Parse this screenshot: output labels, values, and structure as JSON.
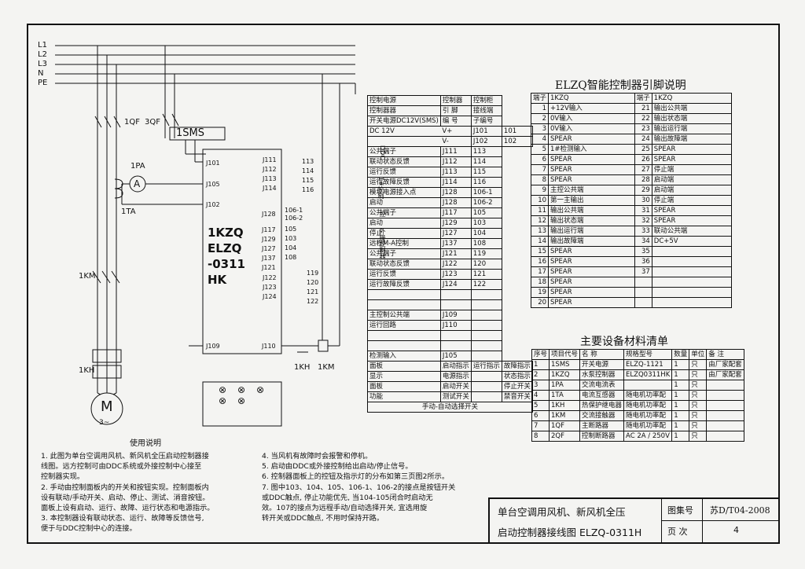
{
  "bus_labels": [
    "L1",
    "L2",
    "L3",
    "N",
    "PE"
  ],
  "left_labels": {
    "qf1": "1QF",
    "qf3": "3QF",
    "sms": "1SMS",
    "pa": "1PA",
    "ammeter": "A",
    "ta": "1TA",
    "km": "1KM",
    "kh": "1KH",
    "motor": "M",
    "motor_sub": "3~"
  },
  "controller": {
    "lines": [
      "1KZQ",
      "ELZQ",
      "-0311",
      "HK"
    ]
  },
  "left_terms": [
    "J101",
    "J105",
    "J102",
    "J109"
  ],
  "mid_terms": [
    "J111",
    "J112",
    "J113",
    "J114",
    "J128",
    "J117",
    "J129",
    "J127",
    "J137",
    "J121",
    "J122",
    "J123",
    "J124",
    "J110"
  ],
  "out_nums": [
    "113",
    "114",
    "115",
    "116",
    "119",
    "120",
    "121",
    "122"
  ],
  "sw_nums": [
    "106-1",
    "106-2",
    "105",
    "103",
    "104",
    "108"
  ],
  "coil_labels": [
    "1KH",
    "1KM"
  ],
  "panel_symbol": "⊗",
  "ctrl_table": {
    "head": [
      [
        "控制电源",
        "控制器",
        "控制柜"
      ],
      [
        "控制器器",
        "引 脚",
        "接线端"
      ],
      [
        "开关电源DC12V(SMS)",
        "编 号",
        "子编号"
      ]
    ],
    "dc": {
      "label": "DC 12V",
      "vp": "V+",
      "vm": "V-",
      "rows": [
        [
          "J101",
          "101"
        ],
        [
          "J102",
          "102"
        ]
      ]
    },
    "group1_label": "1#控制",
    "group1_sub": "DDC",
    "group2_label": "外接控制器",
    "group_side": "控",
    "rows": [
      [
        "公共端子",
        "J111",
        "113"
      ],
      [
        "联动状态反馈",
        "J112",
        "114"
      ],
      [
        "运行反馈",
        "J113",
        "115"
      ],
      [
        "运行故障反馈",
        "J114",
        "116"
      ],
      [
        "模块电源接入点",
        "J128",
        "106-1"
      ],
      [
        "启动",
        "J128",
        "106-2"
      ],
      [
        "公共端子",
        "J117",
        "105"
      ],
      [
        "启动",
        "J129",
        "103"
      ],
      [
        "停止",
        "J127",
        "104"
      ],
      [
        "远程M-A控制",
        "J137",
        "108"
      ],
      [
        "公共端子",
        "J121",
        "119"
      ],
      [
        "联动状态反馈",
        "J122",
        "120"
      ],
      [
        "运行反馈",
        "J123",
        "121"
      ],
      [
        "运行故障反馈",
        "J124",
        "122"
      ]
    ],
    "rows2": [
      [
        "主控制公共端",
        "J109",
        ""
      ],
      [
        "运行回路",
        "J110",
        ""
      ]
    ],
    "row_detect": [
      "检测输入",
      "J105",
      ""
    ],
    "panel_rows": [
      [
        "面板",
        "启动指示",
        "运行指示",
        "故障指示"
      ],
      [
        "显示",
        "电源指示",
        "",
        "状态指示"
      ],
      [
        "面板",
        "启动开关",
        "",
        "停止开关"
      ],
      [
        "功能",
        "测试开关",
        "",
        "禁音开关"
      ]
    ],
    "footer": "手动-自动选择开关"
  },
  "pin_title": "ELZQ智能控制器引脚说明",
  "pin_head": [
    "端子",
    "1KZQ",
    "端子",
    "1KZQ"
  ],
  "pins": [
    [
      "1",
      "+12V输入",
      "21",
      "输出公共端"
    ],
    [
      "2",
      "0V输入",
      "22",
      "输出状态端"
    ],
    [
      "3",
      "0V输入",
      "23",
      "输出运行端"
    ],
    [
      "4",
      "SPEAR",
      "24",
      "输出故障端"
    ],
    [
      "5",
      "1#检测输入",
      "25",
      "SPEAR"
    ],
    [
      "6",
      "SPEAR",
      "26",
      "SPEAR"
    ],
    [
      "7",
      "SPEAR",
      "27",
      "停止端"
    ],
    [
      "8",
      "SPEAR",
      "28",
      "启动端"
    ],
    [
      "9",
      "主控公共端",
      "29",
      "启动端"
    ],
    [
      "10",
      "第一主输出",
      "30",
      "停止端"
    ],
    [
      "11",
      "输出公共端",
      "31",
      "SPEAR"
    ],
    [
      "12",
      "输出状态端",
      "32",
      "SPEAR"
    ],
    [
      "13",
      "输出运行端",
      "33",
      "联动公共端"
    ],
    [
      "14",
      "输出故障端",
      "34",
      "DC+5V"
    ],
    [
      "15",
      "SPEAR",
      "35",
      ""
    ],
    [
      "16",
      "SPEAR",
      "36",
      ""
    ],
    [
      "17",
      "SPEAR",
      "37",
      ""
    ],
    [
      "18",
      "SPEAR",
      "",
      ""
    ],
    [
      "19",
      "SPEAR",
      "",
      ""
    ],
    [
      "20",
      "SPEAR",
      "",
      ""
    ]
  ],
  "mat_title": "主要设备材料清单",
  "mat_head": [
    "序号",
    "项目代号",
    "名 称",
    "规格型号",
    "数量",
    "单位",
    "备 注"
  ],
  "mats": [
    [
      "1",
      "1SMS",
      "开关电源",
      "ELZQ-1121",
      "1",
      "只",
      "由厂家配套"
    ],
    [
      "2",
      "1KZQ",
      "水泵控制器",
      "ELZQ0311HK",
      "1",
      "只",
      "由厂家配套"
    ],
    [
      "3",
      "1PA",
      "交流电流表",
      "",
      "1",
      "只",
      ""
    ],
    [
      "4",
      "1TA",
      "电流互感器",
      "随电机功率配",
      "1",
      "只",
      ""
    ],
    [
      "5",
      "1KH",
      "热保护继电器",
      "随电机功率配",
      "1",
      "只",
      ""
    ],
    [
      "6",
      "1KM",
      "交流接触器",
      "随电机功率配",
      "1",
      "只",
      ""
    ],
    [
      "7",
      "1QF",
      "主断路器",
      "随电机功率配",
      "1",
      "只",
      ""
    ],
    [
      "8",
      "2QF",
      "控制断路器",
      "AC 2A / 250V",
      "1",
      "只",
      ""
    ]
  ],
  "notes_title": "使用说明",
  "notes_left": [
    "1. 此图为单台空调用风机、新风机全压启动控制器接",
    "   线图。远方控制可由DDC系统或外接控制中心接至",
    "   控制器实现。",
    "2. 手动由控制面板内的开关和按钮实现。控制面板内",
    "   设有联动/手动开关、启动、停止、测试、消音按钮。",
    "   面板上设有启动、运行、故障、运行状态和电源指示。",
    "3. 本控制器设有联动状态、运行、故障等反馈信号,",
    "   便于与DDC控制中心的连接。"
  ],
  "notes_right": [
    "4. 当风机有故障时会报警和停机。",
    "5. 启动由DDC或外接控制给出启动/停止信号。",
    "6. 控制器面板上的控钮及指示灯的分布如第三页图2所示。",
    "7. 图中103、104、105、106-1、106-2的接点是按钮开关",
    "   或DDC触点, 停止功能优先, 当104-105闭合时启动无",
    "   效。107的接点为远程手动/自动选择开关, 宜选用旋",
    "   转开关或DDC触点, 不用时保持开路。"
  ],
  "titleblock": {
    "line1": "单台空调用风机、新风机全压",
    "line2": "启动控制器接线图 ELZQ-0311H",
    "atlas_label": "图集号",
    "atlas_no": "苏D/T04-2008",
    "page_label": "页  次",
    "page_no": "4"
  }
}
